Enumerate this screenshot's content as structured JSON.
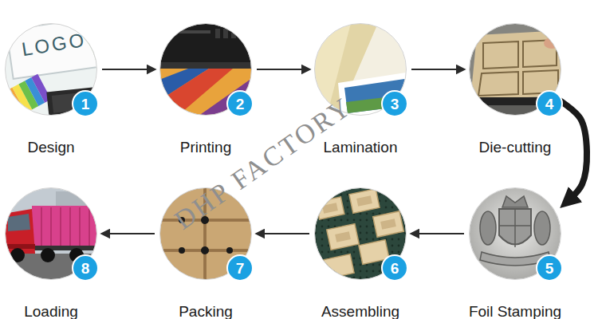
{
  "diagram": {
    "nodes": [
      {
        "text": [
          "Design"
        ]
      },
      {
        "text": [
          "1"
        ],
        "in": 0
      },
      {
        "text": [
          "Printing"
        ]
      },
      {
        "text": [
          "2"
        ],
        "in": 2
      },
      {
        "text": [
          "Lamination"
        ]
      },
      {
        "text": [
          "3"
        ],
        "in": 4
      },
      {
        "text": [
          "Die-cutting"
        ]
      },
      {
        "text": [
          "4"
        ],
        "in": 6
      },
      {
        "text": [
          "Foil Stamping"
        ]
      },
      {
        "text": [
          "5"
        ],
        "in": 8
      },
      {
        "text": [
          "Assembling"
        ]
      },
      {
        "text": [
          "6"
        ],
        "in": 10
      },
      {
        "text": [
          "Packing"
        ]
      },
      {
        "text": [
          "7"
        ],
        "in": 12
      },
      {
        "text": [
          "Loading"
        ]
      },
      {
        "text": [
          "8"
        ],
        "in": 14
      }
    ],
    "edges": [
      {
        "from": 0,
        "to": 2,
        "arrow": "to"
      },
      {
        "from": 2,
        "to": 4,
        "arrow": "to"
      },
      {
        "from": 4,
        "to": 6,
        "arrow": "to"
      },
      {
        "from": 6,
        "to": 8,
        "arrow": "to"
      },
      {
        "from": 8,
        "to": 10,
        "arrow": "to"
      },
      {
        "from": 10,
        "to": 12,
        "arrow": "to"
      },
      {
        "from": 12,
        "to": 14,
        "arrow": "to"
      }
    ],
    "labels": [
      "LOGO",
      "DHP FACTORY"
    ]
  }
}
